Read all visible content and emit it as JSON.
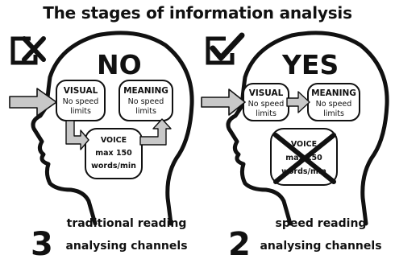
{
  "title": "The stages of information analysis",
  "left": {
    "verdict": "NO",
    "visual": {
      "title": "VISUAL",
      "line1": "No speed",
      "line2": "limits"
    },
    "meaning": {
      "title": "MEANING",
      "line1": "No speed",
      "line2": "limits"
    },
    "voice": {
      "title": "VOICE",
      "line1": "max 150",
      "line2": "words/min"
    },
    "count": "3",
    "caption_line1": "traditional reading",
    "caption_line2": "analysing channels"
  },
  "right": {
    "verdict": "YES",
    "visual": {
      "title": "VISUAL",
      "line1": "No speed",
      "line2": "limits"
    },
    "meaning": {
      "title": "MEANING",
      "line1": "No speed",
      "line2": "limits"
    },
    "voice": {
      "title": "VOICE",
      "line1": "max 150",
      "line2": "words/min"
    },
    "count": "2",
    "caption_line1": "speed reading",
    "caption_line2": "analysing channels"
  },
  "icons": {
    "left_box": "crossed-checkbox-icon",
    "right_box": "checked-checkbox-icon"
  }
}
